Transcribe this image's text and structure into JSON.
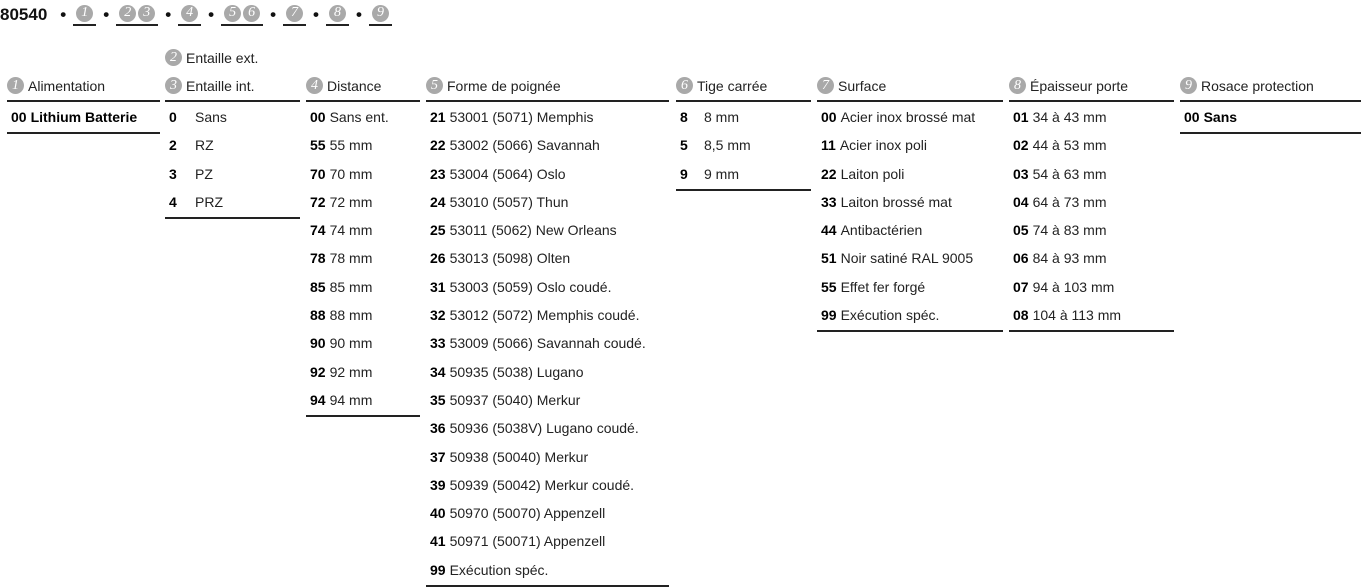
{
  "code": {
    "number": "80540",
    "sep": "•",
    "slots": [
      [
        "1"
      ],
      [
        "2",
        "3"
      ],
      [
        "4"
      ],
      [
        "5",
        "6"
      ],
      [
        "7"
      ],
      [
        "8"
      ],
      [
        "9"
      ]
    ]
  },
  "columns": [
    {
      "id": "1",
      "label": "Alimentation",
      "bold_all": true,
      "items": [
        {
          "code": "00",
          "text": "Lithium Batterie"
        }
      ]
    },
    {
      "id": "3",
      "label": "Entaille int.",
      "extra": {
        "id": "2",
        "label": "Entaille ext."
      },
      "codew": 22,
      "items": [
        {
          "code": "0",
          "text": "Sans"
        },
        {
          "code": "2",
          "text": "RZ"
        },
        {
          "code": "3",
          "text": "PZ"
        },
        {
          "code": "4",
          "text": "PRZ"
        }
      ]
    },
    {
      "id": "4",
      "label": "Distance",
      "items": [
        {
          "code": "00",
          "text": "Sans ent."
        },
        {
          "code": "55",
          "text": "55 mm"
        },
        {
          "code": "70",
          "text": "70 mm"
        },
        {
          "code": "72",
          "text": "72 mm"
        },
        {
          "code": "74",
          "text": "74 mm"
        },
        {
          "code": "78",
          "text": "78 mm"
        },
        {
          "code": "85",
          "text": "85 mm"
        },
        {
          "code": "88",
          "text": "88 mm"
        },
        {
          "code": "90",
          "text": "90 mm"
        },
        {
          "code": "92",
          "text": "92 mm"
        },
        {
          "code": "94",
          "text": "94 mm"
        }
      ]
    },
    {
      "id": "5",
      "label": "Forme de poignée",
      "items": [
        {
          "code": "21",
          "text": "53001 (5071) Memphis"
        },
        {
          "code": "22",
          "text": "53002 (5066) Savannah"
        },
        {
          "code": "23",
          "text": "53004 (5064) Oslo"
        },
        {
          "code": "24",
          "text": "53010 (5057) Thun"
        },
        {
          "code": "25",
          "text": "53011 (5062) New Orleans"
        },
        {
          "code": "26",
          "text": "53013 (5098) Olten"
        },
        {
          "code": "31",
          "text": "53003 (5059) Oslo coudé."
        },
        {
          "code": "32",
          "text": "53012 (5072) Memphis coudé."
        },
        {
          "code": "33",
          "text": "53009 (5066) Savannah coudé."
        },
        {
          "code": "34",
          "text": "50935 (5038) Lugano"
        },
        {
          "code": "35",
          "text": "50937 (5040) Merkur"
        },
        {
          "code": "36",
          "text": "50936 (5038V) Lugano coudé."
        },
        {
          "code": "37",
          "text": "50938 (50040) Merkur"
        },
        {
          "code": "39",
          "text": "50939 (50042) Merkur coudé."
        },
        {
          "code": "40",
          "text": "50970 (50070) Appenzell"
        },
        {
          "code": "41",
          "text": "50971 (50071) Appenzell"
        },
        {
          "code": "99",
          "text": "Exécution spéc."
        }
      ]
    },
    {
      "id": "6",
      "label": "Tige carrée",
      "codew": 20,
      "items": [
        {
          "code": "8",
          "text": "8 mm"
        },
        {
          "code": "5",
          "text": "8,5 mm"
        },
        {
          "code": "9",
          "text": "9 mm"
        }
      ]
    },
    {
      "id": "7",
      "label": "Surface",
      "items": [
        {
          "code": "00",
          "text": "Acier inox brossé mat"
        },
        {
          "code": "11",
          "text": "Acier inox poli"
        },
        {
          "code": "22",
          "text": "Laiton poli"
        },
        {
          "code": "33",
          "text": "Laiton brossé mat"
        },
        {
          "code": "44",
          "text": "Antibactérien"
        },
        {
          "code": "51",
          "text": "Noir satiné RAL 9005"
        },
        {
          "code": "55",
          "text": "Effet fer forgé"
        },
        {
          "code": "99",
          "text": "Exécution spéc."
        }
      ]
    },
    {
      "id": "8",
      "label": "Épaisseur porte",
      "items": [
        {
          "code": "01",
          "text": "34 à 43 mm"
        },
        {
          "code": "02",
          "text": "44 à 53 mm"
        },
        {
          "code": "03",
          "text": "54 à 63 mm"
        },
        {
          "code": "04",
          "text": "64 à 73 mm"
        },
        {
          "code": "05",
          "text": "74 à 83 mm"
        },
        {
          "code": "06",
          "text": "84 à 93 mm"
        },
        {
          "code": "07",
          "text": "94 à 103 mm"
        },
        {
          "code": "08",
          "text": "104 à 113 mm"
        }
      ]
    },
    {
      "id": "9",
      "label": "Rosace protection",
      "bold_all": true,
      "items": [
        {
          "code": "00",
          "text": "Sans"
        }
      ]
    }
  ]
}
